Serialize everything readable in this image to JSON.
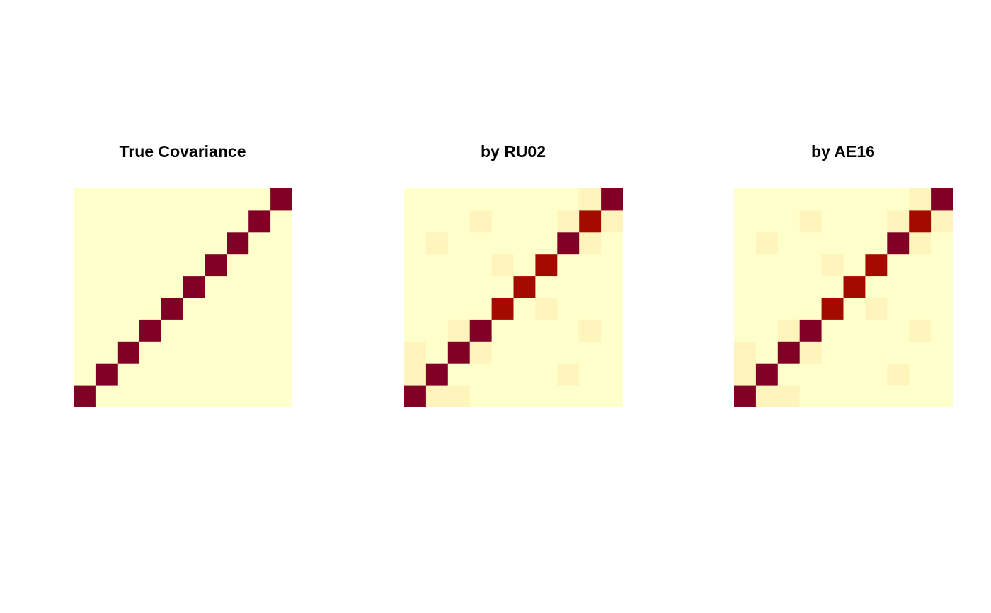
{
  "chart_data": [
    {
      "type": "heatmap",
      "title": "True Covariance",
      "xlabel": "",
      "ylabel": "",
      "n": 10,
      "zlim": [
        0,
        1
      ],
      "grid": false,
      "matrix": [
        [
          1,
          0,
          0,
          0,
          0,
          0,
          0,
          0,
          0,
          0
        ],
        [
          0,
          1,
          0,
          0,
          0,
          0,
          0,
          0,
          0,
          0
        ],
        [
          0,
          0,
          1,
          0,
          0,
          0,
          0,
          0,
          0,
          0
        ],
        [
          0,
          0,
          0,
          1,
          0,
          0,
          0,
          0,
          0,
          0
        ],
        [
          0,
          0,
          0,
          0,
          1,
          0,
          0,
          0,
          0,
          0
        ],
        [
          0,
          0,
          0,
          0,
          0,
          1,
          0,
          0,
          0,
          0
        ],
        [
          0,
          0,
          0,
          0,
          0,
          0,
          1,
          0,
          0,
          0
        ],
        [
          0,
          0,
          0,
          0,
          0,
          0,
          0,
          1,
          0,
          0
        ],
        [
          0,
          0,
          0,
          0,
          0,
          0,
          0,
          0,
          1,
          0
        ],
        [
          0,
          0,
          0,
          0,
          0,
          0,
          0,
          0,
          0,
          1
        ]
      ]
    },
    {
      "type": "heatmap",
      "title": "by RU02",
      "xlabel": "",
      "ylabel": "",
      "n": 10,
      "zlim": [
        0,
        1
      ],
      "grid": false,
      "matrix": [
        [
          1,
          0.1,
          0.1,
          0,
          0,
          0,
          0,
          0,
          0,
          0
        ],
        [
          0.1,
          1,
          0,
          0,
          0,
          0,
          0,
          0.1,
          0,
          0
        ],
        [
          0.1,
          0,
          1,
          0.1,
          0,
          0,
          0,
          0,
          0,
          0
        ],
        [
          0,
          0,
          0.1,
          1,
          0,
          0,
          0,
          0,
          0.1,
          0
        ],
        [
          0,
          0,
          0,
          0,
          0.85,
          0,
          0.1,
          0,
          0,
          0
        ],
        [
          0,
          0,
          0,
          0,
          0,
          0.85,
          0,
          0,
          0,
          0
        ],
        [
          0,
          0,
          0,
          0,
          0.1,
          0,
          0.85,
          0,
          0,
          0
        ],
        [
          0,
          0.1,
          0,
          0,
          0,
          0,
          0,
          1,
          0.1,
          0
        ],
        [
          0,
          0,
          0,
          0.1,
          0,
          0,
          0,
          0.1,
          0.85,
          0.1
        ],
        [
          0,
          0,
          0,
          0,
          0,
          0,
          0,
          0,
          0.1,
          1
        ]
      ]
    },
    {
      "type": "heatmap",
      "title": "by AE16",
      "xlabel": "",
      "ylabel": "",
      "n": 10,
      "zlim": [
        0,
        1
      ],
      "grid": false,
      "matrix": [
        [
          1,
          0.1,
          0.1,
          0,
          0,
          0,
          0,
          0,
          0,
          0
        ],
        [
          0.1,
          1,
          0,
          0,
          0,
          0,
          0,
          0.1,
          0,
          0
        ],
        [
          0.1,
          0,
          1,
          0.1,
          0,
          0,
          0,
          0,
          0,
          0
        ],
        [
          0,
          0,
          0.1,
          1,
          0,
          0,
          0,
          0,
          0.1,
          0
        ],
        [
          0,
          0,
          0,
          0,
          0.85,
          0,
          0.1,
          0,
          0,
          0
        ],
        [
          0,
          0,
          0,
          0,
          0,
          0.85,
          0,
          0,
          0,
          0
        ],
        [
          0,
          0,
          0,
          0,
          0.1,
          0,
          0.85,
          0,
          0,
          0
        ],
        [
          0,
          0.1,
          0,
          0,
          0,
          0,
          0,
          1,
          0.1,
          0
        ],
        [
          0,
          0,
          0,
          0.1,
          0,
          0,
          0,
          0.1,
          0.85,
          0.1
        ],
        [
          0,
          0,
          0,
          0,
          0,
          0,
          0,
          0,
          0.1,
          1
        ]
      ]
    }
  ],
  "colors": {
    "low": "#ffffcc",
    "faint": "#fff4bb",
    "high": "#a50a00",
    "max": "#800026"
  }
}
